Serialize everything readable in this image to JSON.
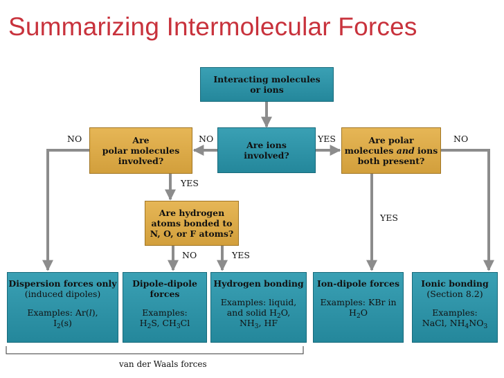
{
  "title": "Summarizing Intermolecular Forces",
  "nodes": {
    "start": {
      "line1": "Interacting molecules",
      "line2": "or ions"
    },
    "ions_q": {
      "line1": "Are ions",
      "line2": "involved?"
    },
    "polar_q": {
      "line1": "Are",
      "line2": "polar molecules",
      "line3": "involved?"
    },
    "polar_ions_q": {
      "line1a": "Are polar",
      "line2a": "molecules ",
      "line2b": "and",
      "line2c": " ions",
      "line3": "both present?"
    },
    "hbond_q": {
      "line1": "Are hydrogen",
      "line2": "atoms bonded to",
      "line3": "N, O, or F atoms?"
    }
  },
  "results": {
    "dispersion": {
      "t1": "Dispersion forces only",
      "t2": "(induced dipoles)",
      "ex1a": "Examples: Ar(",
      "ex1b": "l",
      "ex1c": "),",
      "ex2a": "I",
      "ex2b": "2",
      "ex2c": "(s)"
    },
    "dipole": {
      "t1": "Dipole-dipole",
      "t2": "forces",
      "ex1": "Examples:",
      "ex2a": "H",
      "ex2b": "2",
      "ex2c": "S, CH",
      "ex2d": "3",
      "ex2e": "Cl"
    },
    "hbond": {
      "t1": "Hydrogen bonding",
      "ex1": "Examples: liquid,",
      "ex2a": "and solid H",
      "ex2b": "2",
      "ex2c": "O,",
      "ex3a": "NH",
      "ex3b": "3",
      "ex3c": ", HF"
    },
    "iondipole": {
      "t1": "Ion-dipole forces",
      "ex1": "Examples: KBr in",
      "ex2a": "H",
      "ex2b": "2",
      "ex2c": "O"
    },
    "ionic": {
      "t1": "Ionic bonding",
      "t2": "(Section 8.2)",
      "ex1": "Examples:",
      "ex2a": "NaCl, NH",
      "ex2b": "4",
      "ex2c": "NO",
      "ex2d": "3"
    }
  },
  "edge_labels": {
    "no_left": "NO",
    "no_mid": "NO",
    "yes_mid": "YES",
    "no_right": "NO",
    "yes_polar": "YES",
    "yes_iondipole": "YES",
    "no_hbond": "NO",
    "yes_hbond": "YES"
  },
  "caption": "van der Waals forces",
  "colors": {
    "teal": "#2a91a5",
    "gold": "#dca846",
    "arrow": "#8c8c8c",
    "title": "#c8323c"
  }
}
